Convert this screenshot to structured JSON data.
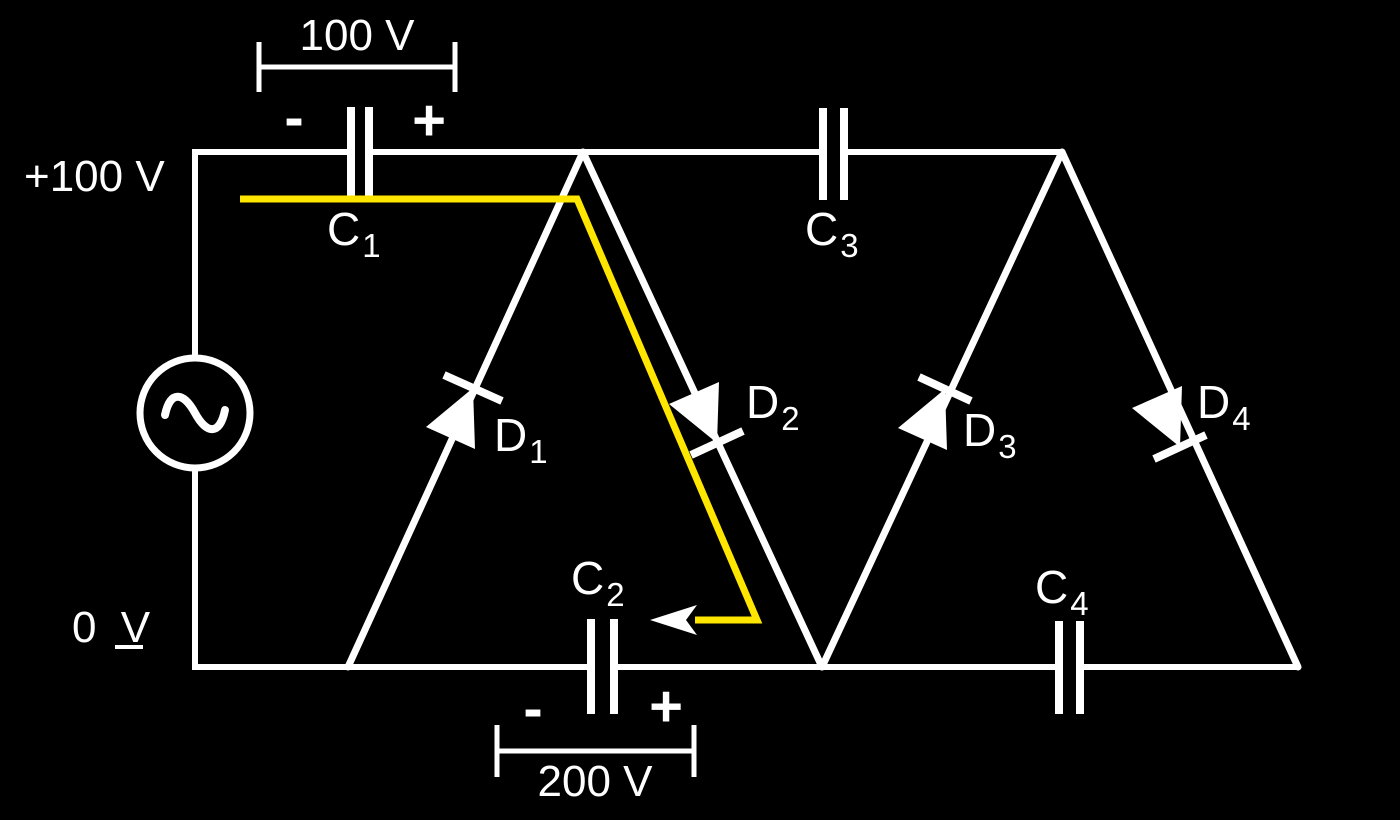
{
  "colors": {
    "background": "#000000",
    "wire": "#ffffff",
    "highlight_path": "#ffe600"
  },
  "icons": {
    "source_symbol": "sine-wave-icon",
    "path_arrow": "left-arrowhead-icon"
  },
  "annotations": {
    "node_top_left": "+100 V",
    "node_bottom_left": "0 V",
    "c1_bracket_value": "100 V",
    "c1_polarity_minus": "-",
    "c1_polarity_plus": "+",
    "c2_bracket_value": "200 V",
    "c2_polarity_minus": "-",
    "c2_polarity_plus": "+"
  },
  "components": {
    "source": {
      "type": "ac-voltage-source"
    },
    "capacitors": [
      {
        "id": "C1",
        "letter": "C",
        "sub": "1"
      },
      {
        "id": "C2",
        "letter": "C",
        "sub": "2"
      },
      {
        "id": "C3",
        "letter": "C",
        "sub": "3"
      },
      {
        "id": "C4",
        "letter": "C",
        "sub": "4"
      }
    ],
    "diodes": [
      {
        "id": "D1",
        "letter": "D",
        "sub": "1"
      },
      {
        "id": "D2",
        "letter": "D",
        "sub": "2"
      },
      {
        "id": "D3",
        "letter": "D",
        "sub": "3"
      },
      {
        "id": "D4",
        "letter": "D",
        "sub": "4"
      }
    ]
  }
}
